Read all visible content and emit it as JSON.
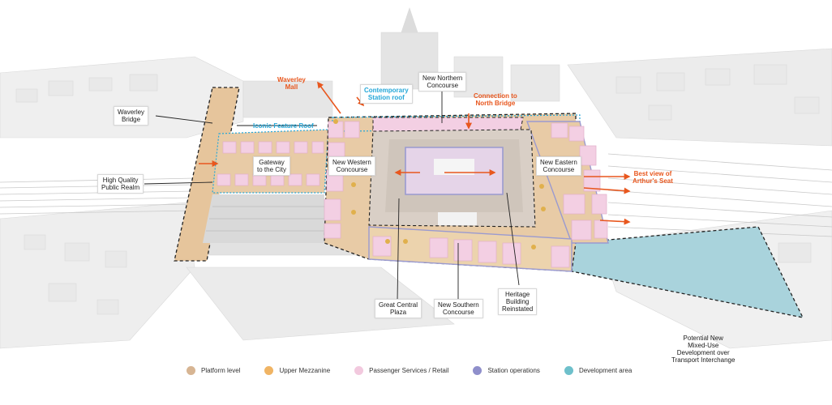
{
  "labels": {
    "waverley_bridge": "Waverley\nBridge",
    "high_quality_public_realm": "High Quality\nPublic Realm",
    "waverley_mall": "Waverley\nMall",
    "contemporary_station_roof": "Contemporary\nStation roof",
    "new_northern_concourse": "New Northern\nConcourse",
    "connection_to_north_bridge": "Connection to\nNorth Bridge",
    "iconic_feature_roof": "Iconic Feature Roof",
    "gateway_to_the_city": "Gateway\nto the City",
    "new_western_concourse": "New Western\nConcourse",
    "new_eastern_concourse": "New Eastern\nConcourse",
    "best_view_arthurs_seat": "Best view of\nArthur's Seat",
    "great_central_plaza": "Great Central\nPlaza",
    "new_southern_concourse": "New Southern\nConcourse",
    "heritage_building_reinstated": "Heritage\nBuilding\nReinstated",
    "potential_development": "Potential New\nMixed-Use\nDevelopment over\nTransport Interchange"
  },
  "legend": [
    {
      "label": "Platform level",
      "color": "#d7b593"
    },
    {
      "label": "Upper Mezzanine",
      "color": "#f0b464"
    },
    {
      "label": "Passenger Services / Retail",
      "color": "#f2c9de"
    },
    {
      "label": "Station operations",
      "color": "#8f8fcb"
    },
    {
      "label": "Development area",
      "color": "#6ec0cb"
    }
  ],
  "colors": {
    "platform": "#e8cba6",
    "mezzanine": "#f0b464",
    "retail": "#f3cfe3",
    "operations": "#9a9ad0",
    "development": "#a9d3dc",
    "arrow": "#e8571e",
    "roof_blue": "#25a7d8",
    "dashed_outline": "#222222"
  }
}
